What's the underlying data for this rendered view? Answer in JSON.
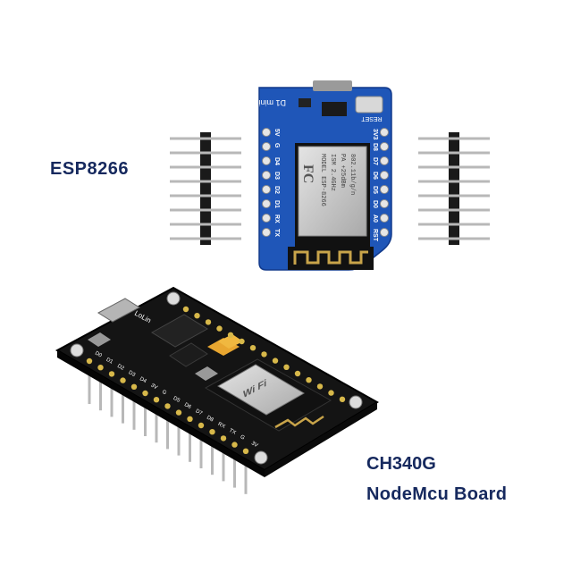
{
  "labels": {
    "esp8266": "ESP8266",
    "ch340g": "CH340G",
    "nodemcu": "NodeMcu Board"
  },
  "colors": {
    "label": "#16295e",
    "d1_board": "#1f56b8",
    "nodemcu_board": "#141414",
    "pin_header": "#1a1a1a",
    "pin_metal": "#b8b8b8",
    "shield": "#c9c9c9",
    "antenna": "#c8a44a"
  },
  "d1_mini": {
    "name": "D1 mini",
    "reset_label": "RESET",
    "left_pins": [
      "5V",
      "G",
      "D4",
      "D3",
      "D2",
      "D1",
      "RX",
      "TX"
    ],
    "right_pins": [
      "3V3",
      "D8",
      "D7",
      "D6",
      "D5",
      "D0",
      "A0",
      "RST"
    ],
    "module_text": [
      "MODEL ESP-8266",
      "ISM 2.4GHz",
      "PA +25dBm",
      "802.11b/g/n"
    ]
  },
  "nodemcu": {
    "silkscreen": "LoLin",
    "pin_labels": [
      "D0",
      "D1",
      "D2",
      "D3",
      "D4",
      "3V",
      "G",
      "D5",
      "D6",
      "D7",
      "D8",
      "RX",
      "TX",
      "G",
      "3V"
    ]
  }
}
